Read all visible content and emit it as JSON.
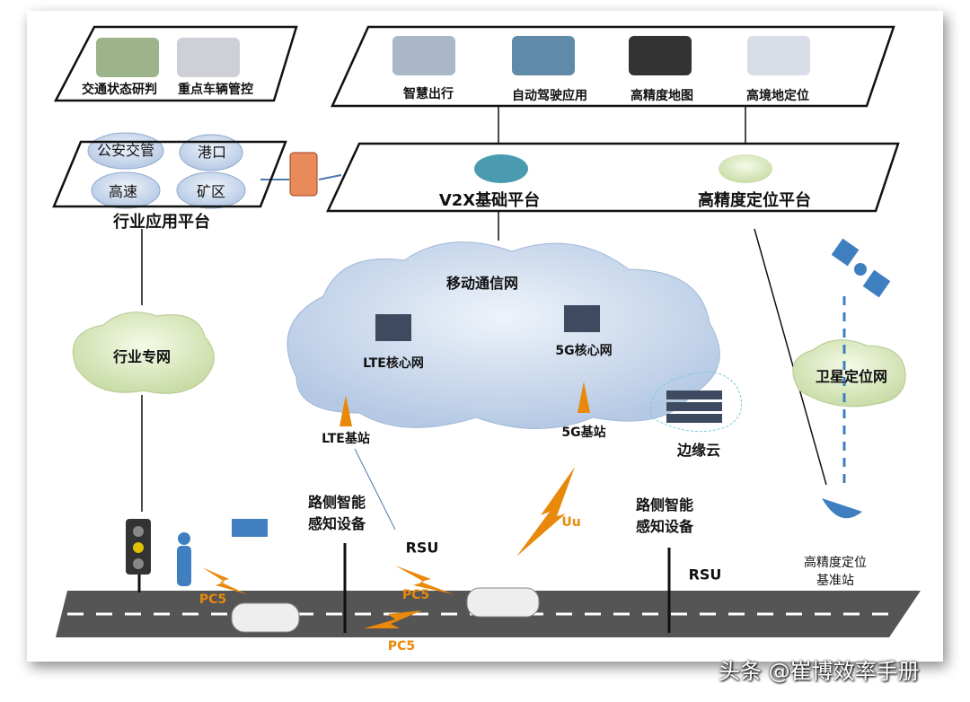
{
  "top_left_apps": [
    "交通状态研判",
    "重点车辆管控"
  ],
  "top_right_apps": [
    "智慧出行",
    "自动驾驶应用",
    "高精度地图",
    "高境地定位"
  ],
  "industry": {
    "clouds": [
      "公安交管",
      "港口",
      "高速",
      "矿区"
    ],
    "platform": "行业应用平台",
    "network": "行业专网"
  },
  "platforms": {
    "v2x": "V2X基础平台",
    "positioning": "高精度定位平台"
  },
  "mobile": {
    "title": "移动通信网",
    "lte_core": "LTE核心网",
    "core_5g": "5G核心网",
    "lte_bs": "LTE基站",
    "bs_5g": "5G基站",
    "edge": "边缘云"
  },
  "satellite": "卫星定位网",
  "roadside": {
    "sensor1": "路侧智能\n感知设备",
    "sensor2": "路侧智能\n感知设备",
    "rsu": "RSU",
    "pc5": "PC5",
    "uu": "Uu",
    "ref_station": "高精度定位\n基准站"
  },
  "watermark": "头条 @崔博效率手册",
  "colors": {
    "cloud": "#c9d9ee",
    "orange": "#e8890c",
    "road": "#555555"
  }
}
